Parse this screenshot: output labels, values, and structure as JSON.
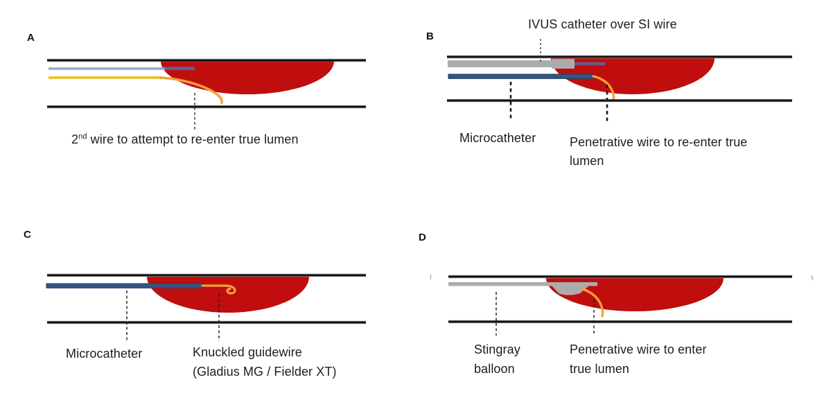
{
  "figure": {
    "panel_a": {
      "letter": "A",
      "caption_num": "2",
      "caption_sup": "nd",
      "caption_rest": " wire to attempt to re-enter true lumen"
    },
    "panel_b": {
      "letter": "B",
      "title": "IVUS catheter over SI wire",
      "microcatheter_label": "Microcatheter",
      "wire_label_line1": "Penetrative wire to re-enter true",
      "wire_label_line2": "lumen"
    },
    "panel_c": {
      "letter": "C",
      "microcatheter_label": "Microcatheter",
      "guidewire_label_line1": "Knuckled guidewire",
      "guidewire_label_line2": "(Gladius MG / Fielder XT)"
    },
    "panel_d": {
      "letter": "D",
      "balloon_label_line1": "Stingray",
      "balloon_label_line2": "balloon",
      "wire_label_line1": "Penetrative wire to enter",
      "wire_label_line2": "true lumen"
    },
    "colors": {
      "plaque_red": "#c00d0d",
      "vessel_wall_black": "#121212",
      "guidewire_light_blue": "#92a9cd",
      "wire_tip_purple": "#635d8c",
      "wire_yellow": "#edc23d",
      "wire_orange": "#f2a238",
      "catheter_gray": "#acacac",
      "microcatheter_blue": "#35547f",
      "text": "#1d1d1d"
    }
  }
}
